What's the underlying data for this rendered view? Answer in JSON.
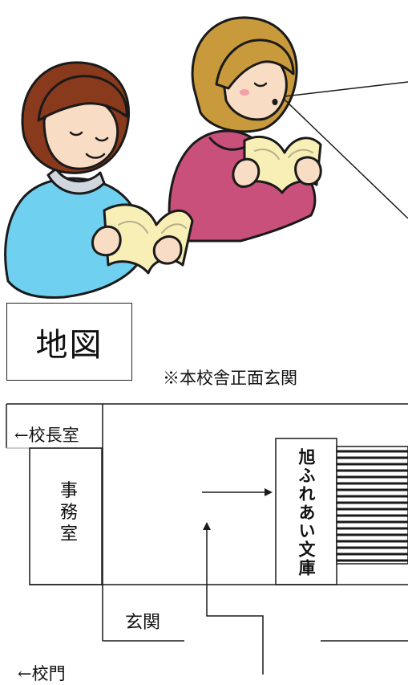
{
  "map": {
    "title": "地図",
    "note": "※本校舎正面玄関",
    "principal_office": "←校長室",
    "office": "事務室",
    "library": "旭ふれあい文庫",
    "entrance": "玄関",
    "school_gate": "←校門"
  },
  "colors": {
    "lines": "#1a1a1a",
    "boy_shirt": "#6fd0f0",
    "boy_hair": "#8a3a1c",
    "girl_sweater": "#c9507a",
    "girl_hair": "#c99a3c",
    "book_pages": "#f7efb6"
  }
}
